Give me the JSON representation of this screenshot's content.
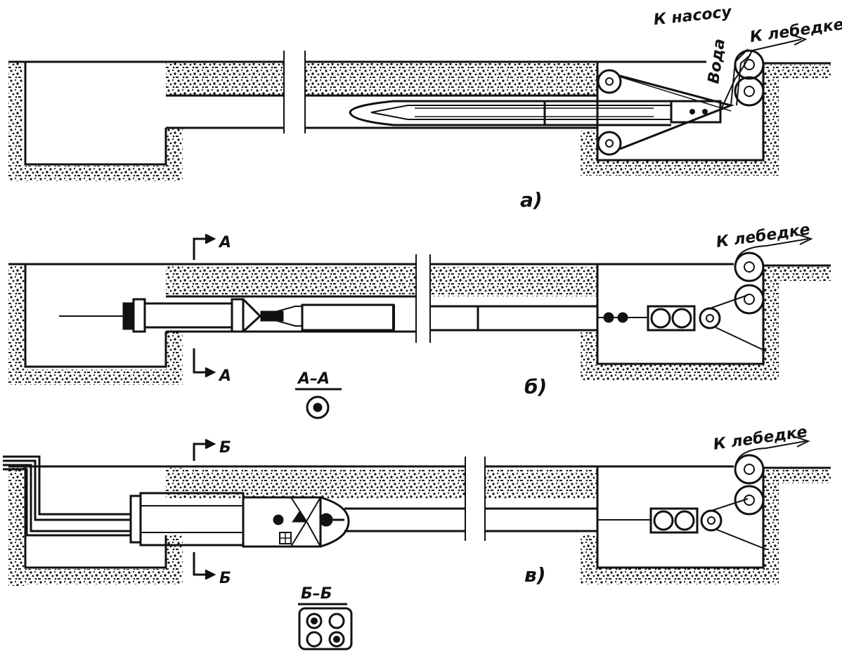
{
  "labels": {
    "to_pump": "К насосу",
    "water": "Вода",
    "to_winch": "К лебедке",
    "panel_a": "а)",
    "panel_b": "б)",
    "panel_c": "в)",
    "section_a_mark": "А",
    "section_a_title": "А–А",
    "section_b_mark": "Б",
    "section_b_title": "Б–Б"
  },
  "colors": {
    "ink": "#111111",
    "soil": "#1a1a1a",
    "paper": "#ffffff"
  }
}
